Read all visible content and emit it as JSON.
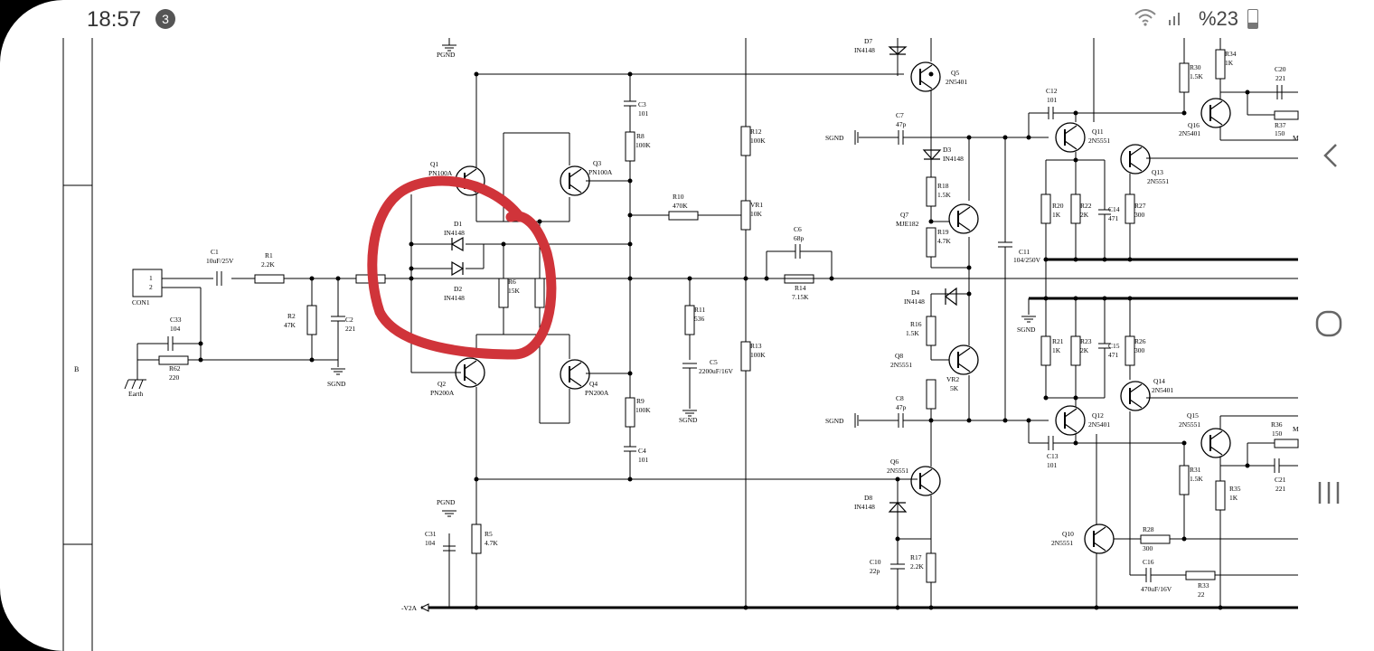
{
  "status": {
    "time": "18:57",
    "notif_count": "3",
    "battery": "%23"
  },
  "schematic": {
    "border_mark": "B",
    "labels": {
      "pgnd_top": "PGND",
      "d7": "D7",
      "d7v": "IN4148",
      "q5": "Q5",
      "q5v": "2N5401",
      "r30": "R30",
      "r30v": "1.5K",
      "r34": "R34",
      "r34v": "1K",
      "c20": "C20",
      "c20v": "221",
      "c3": "C3",
      "c3v": "101",
      "c12": "C12",
      "c12v": "101",
      "q16": "Q16",
      "q16v": "2N5401",
      "r37": "R37",
      "r37v": "150",
      "c7": "C7",
      "c7v": "47p",
      "sgnd_c7": "SGND",
      "r8": "R8",
      "r8v": "100K",
      "r12": "R12",
      "r12v": "100K",
      "q11": "Q11",
      "q11v": "2N5551",
      "d3": "D3",
      "d3v": "IN4148",
      "q1": "Q1",
      "q1v": "PN100A",
      "q3": "Q3",
      "q3v": "PN100A",
      "q13": "Q13",
      "q13v": "2N5551",
      "r18": "R18",
      "r18v": "1.5K",
      "r10": "R10",
      "r10v": "470K",
      "vr1": "VR1",
      "vr1v": "10K",
      "q7": "Q7",
      "q7v": "MJE182",
      "r20": "R20",
      "r20v": "1K",
      "r22": "R22",
      "r22v": "2K",
      "c14": "C14",
      "c14v": "471",
      "r27": "R27",
      "r27v": "300",
      "d1": "D1",
      "d1v": "IN4148",
      "r19": "R19",
      "r19v": "4.7K",
      "c6": "C6",
      "c6v": "68p",
      "c1": "C1",
      "c1v": "10uF/25V",
      "r1": "R1",
      "r1v": "2.2K",
      "c11": "C11",
      "c11v": "104/250V",
      "con1": "CON1",
      "pin1": "1",
      "pin2": "2",
      "d2": "D2",
      "d2v": "IN4148",
      "r6": "R6",
      "r6v": "15K",
      "r14": "R14",
      "r14v": "7.15K",
      "d4": "D4",
      "d4v": "IN4148",
      "c33": "C33",
      "c33v": "104",
      "r2": "R2",
      "r2v": "47K",
      "c2": "C2",
      "c2v": "221",
      "r11": "R11",
      "r11v": "536",
      "r16": "R16",
      "r16v": "1.5K",
      "sgnd_mid": "SGND",
      "r21": "R21",
      "r21v": "1K",
      "r23": "R23",
      "r23v": "2K",
      "c15": "C15",
      "c15v": "471",
      "r26": "R26",
      "r26v": "300",
      "q8": "Q8",
      "q8v": "2N5551",
      "c5": "C5",
      "c5v": "2200uF/16V",
      "r13": "R13",
      "r13v": "100K",
      "r62": "R62",
      "r62v": "220",
      "sgnd_r2": "SGND",
      "q2": "Q2",
      "q2v": "PN200A",
      "q4": "Q4",
      "q4v": "PN200A",
      "vr2": "VR2",
      "vr2v": "5K",
      "q14": "Q14",
      "q14v": "2N5401",
      "earth": "Earth",
      "c8": "C8",
      "c8v": "47p",
      "sgnd_c8": "SGND",
      "r9": "R9",
      "r9v": "100K",
      "sgnd_c5": "SGND",
      "q12": "Q12",
      "q12v": "2N5401",
      "q15": "Q15",
      "q15v": "2N5551",
      "r36": "R36",
      "r36v": "150",
      "c13": "C13",
      "c13v": "101",
      "c4": "C4",
      "c4v": "101",
      "q6": "Q6",
      "q6v": "2N5551",
      "c21": "C21",
      "c21v": "221",
      "r31": "R31",
      "r31v": "1.5K",
      "r35": "R35",
      "r35v": "1K",
      "pgnd_bot": "PGND",
      "d8": "D8",
      "d8v": "IN4148",
      "c31": "C31",
      "c31v": "104",
      "r5": "R5",
      "r5v": "4.7K",
      "q10": "Q10",
      "q10v": "2N5551",
      "r28": "R28",
      "r28v": "300",
      "r17": "R17",
      "r17v": "2.2K",
      "c10": "C10",
      "c10v": "22p",
      "c16": "C16",
      "c16v": "470uF/16V",
      "r33": "R33",
      "r33v": "22",
      "v2a": "-V2A",
      "m1": "M",
      "m2": "M"
    }
  },
  "colors": {
    "annotation": "#d0343a",
    "ink": "#000000"
  },
  "nav": {
    "back_icon": "chevron-left-icon",
    "home_icon": "circle-icon",
    "recent_icon": "recents-icon"
  }
}
